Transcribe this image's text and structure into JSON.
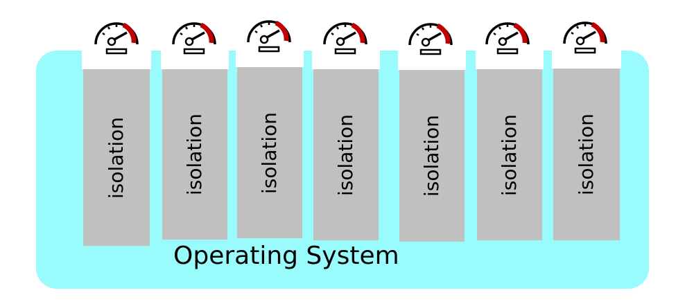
{
  "diagram": {
    "base_label": "Operating System",
    "container_label": "isolation",
    "container_count": 7,
    "gauge_icon": "speedometer-icon",
    "colors": {
      "os_fill": "#99fbfb",
      "container_fill": "#c0c0c0",
      "gauge_red": "#c00000"
    }
  }
}
